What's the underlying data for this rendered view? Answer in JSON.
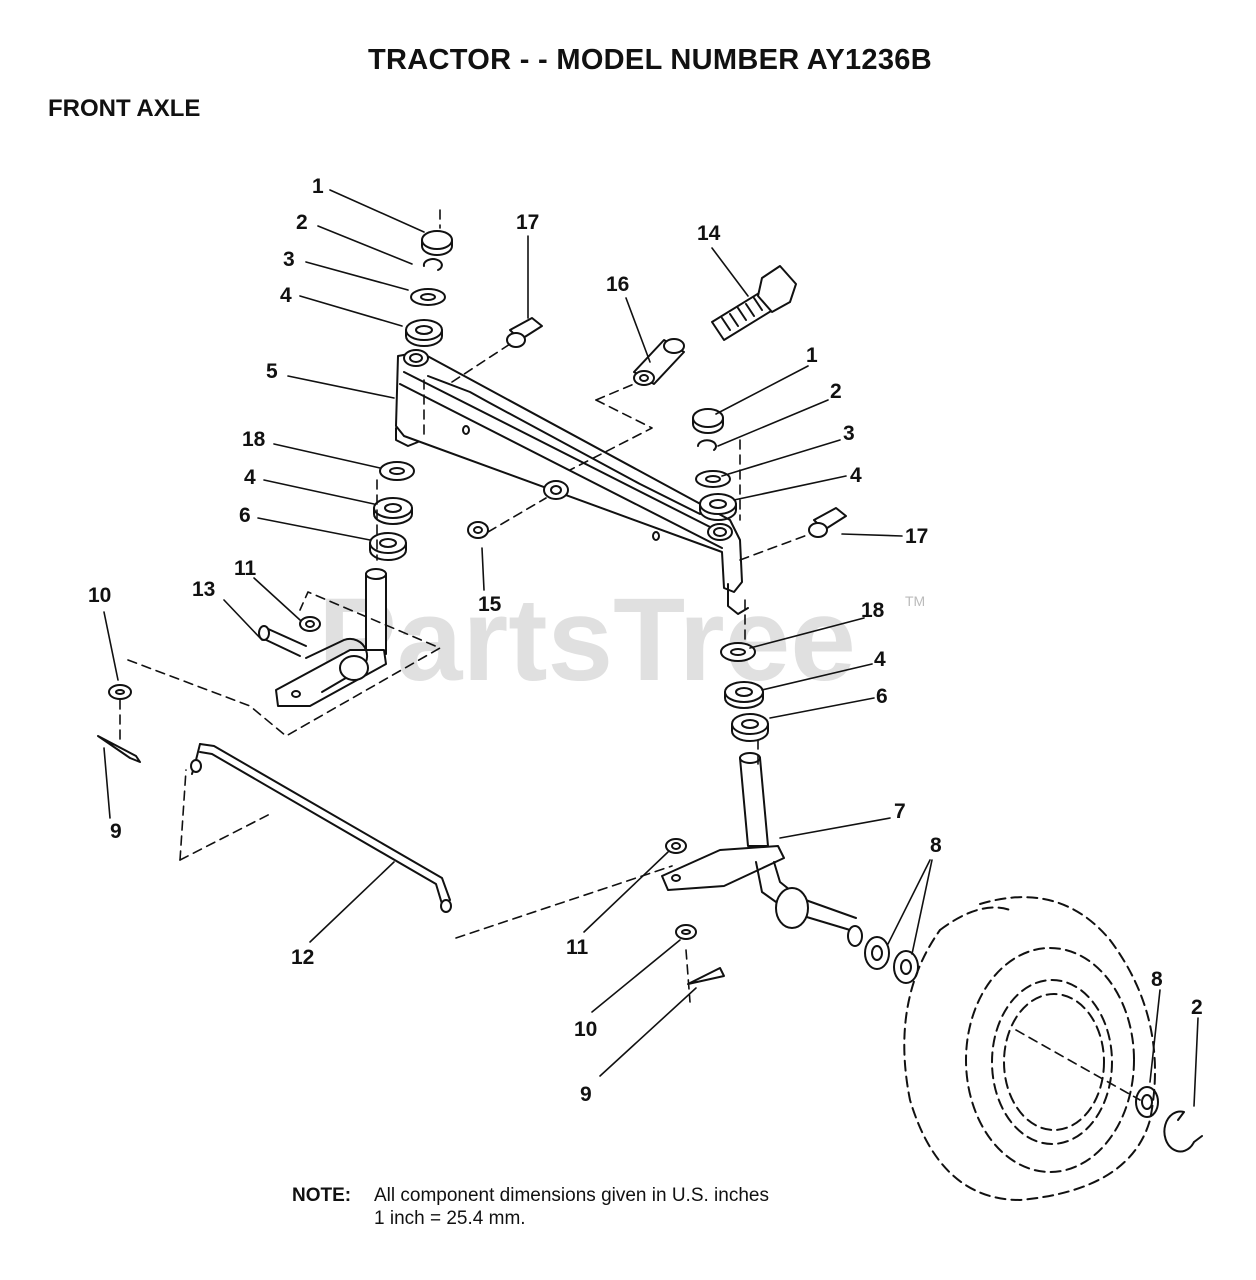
{
  "header": {
    "title": "TRACTOR - - MODEL NUMBER  AY1236B",
    "section": "FRONT AXLE"
  },
  "watermark": {
    "text": "PartsTree",
    "tm": "TM"
  },
  "callouts": {
    "c1a": "1",
    "c2a": "2",
    "c3a": "3",
    "c4a": "4",
    "c5": "5",
    "c18a": "18",
    "c4b": "4",
    "c6a": "6",
    "c17a": "17",
    "c16": "16",
    "c14": "14",
    "c1b": "1",
    "c2b": "2",
    "c3b": "3",
    "c4c": "4",
    "c17b": "17",
    "c15": "15",
    "c18b": "18",
    "c4d": "4",
    "c6b": "6",
    "c10a": "10",
    "c13": "13",
    "c11a": "11",
    "c9a": "9",
    "c12": "12",
    "c7": "7",
    "c8a": "8",
    "c11b": "11",
    "c10b": "10",
    "c9b": "9",
    "c8b": "8",
    "c2c": "2"
  },
  "note": {
    "label": "NOTE:",
    "line1": "All component dimensions given in U.S. inches",
    "line2": "1 inch = 25.4 mm."
  }
}
